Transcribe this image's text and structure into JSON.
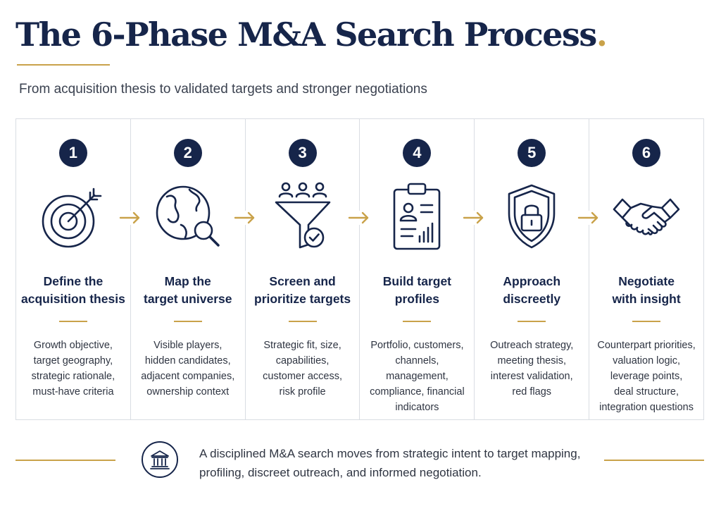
{
  "header": {
    "title": "The 6-Phase M&A Search Process",
    "title_dot": ".",
    "subtitle": "From acquisition thesis to validated targets and stronger negotiations"
  },
  "colors": {
    "navy": "#16254a",
    "gold": "#c9a24a",
    "border": "#d9dde3"
  },
  "phases": [
    {
      "number": "1",
      "icon": "target-icon",
      "title": "Define the\nacquisition thesis",
      "description": "Growth objective,\ntarget geography,\nstrategic rationale,\nmust-have criteria"
    },
    {
      "number": "2",
      "icon": "globe-search-icon",
      "title": "Map the\ntarget universe",
      "description": "Visible players,\nhidden candidates,\nadjacent companies,\nownership context"
    },
    {
      "number": "3",
      "icon": "funnel-people-icon",
      "title": "Screen and\nprioritize targets",
      "description": "Strategic fit, size,\ncapabilities,\ncustomer access,\nrisk profile"
    },
    {
      "number": "4",
      "icon": "clipboard-profile-icon",
      "title": "Build target\nprofiles",
      "description": "Portfolio, customers,\nchannels, management,\ncompliance, financial\nindicators"
    },
    {
      "number": "5",
      "icon": "shield-lock-icon",
      "title": "Approach\ndiscreetly",
      "description": "Outreach strategy,\nmeeting thesis,\ninterest validation,\nred flags"
    },
    {
      "number": "6",
      "icon": "handshake-icon",
      "title": "Negotiate\nwith insight",
      "description": "Counterpart priorities,\nvaluation logic,\nleverage points,\ndeal structure,\nintegration questions"
    }
  ],
  "footer": {
    "icon": "bank-icon",
    "text": "A disciplined M&A search moves from strategic intent to target mapping,\nprofiling, discreet outreach, and informed negotiation."
  }
}
